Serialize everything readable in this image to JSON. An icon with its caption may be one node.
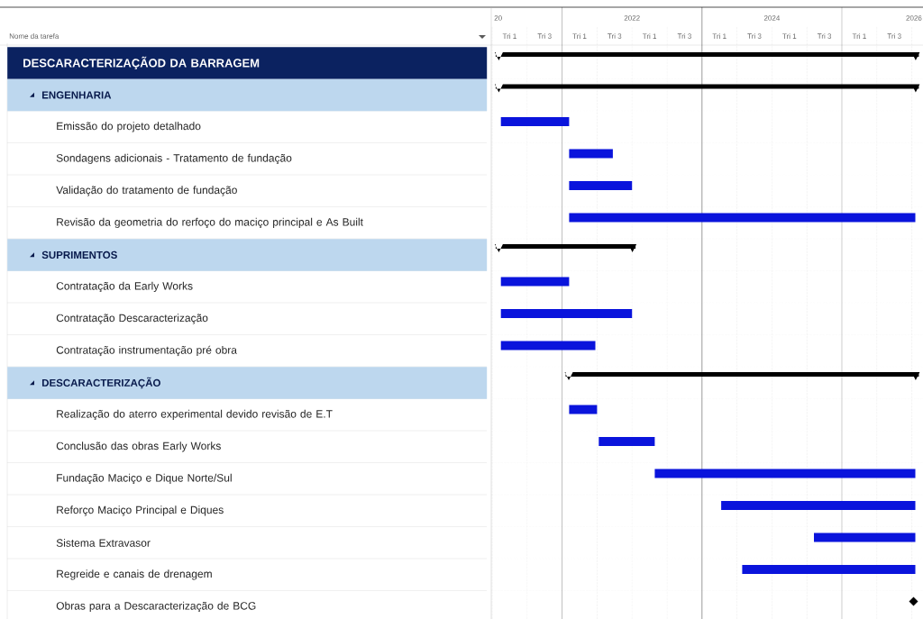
{
  "diagram": {
    "nodes": [
      {
        "text": [
          "DESCARACTERIZAÇÃOD DA BARRAGEM"
        ]
      },
      {
        "text": [
          "ENGENHARIA"
        ]
      },
      {
        "text": [
          "Emissão do projeto detalhado"
        ]
      },
      {
        "text": [
          "Sondagens adicionais - Tratamento de fundação"
        ]
      },
      {
        "text": [
          "Validação do tratamento de fundação"
        ]
      },
      {
        "text": [
          "Revisão da geometria do rerfoço do maciço principal e As Built"
        ]
      },
      {
        "text": [
          "SUPRIMENTOS"
        ]
      },
      {
        "text": [
          "Contratação da Early Works"
        ]
      },
      {
        "text": [
          "Contratação Descaracterização"
        ]
      },
      {
        "text": [
          "Contratação instrumentação pré obra"
        ]
      },
      {
        "text": [
          "DESCARACTERIZAÇÃO"
        ]
      },
      {
        "text": [
          "Realização do aterro experimental devido revisão de E.T"
        ]
      },
      {
        "text": [
          "Conclusão das obras Early Works"
        ]
      },
      {
        "text": [
          "Fundação Maciço e Dique Norte/Sul"
        ]
      },
      {
        "text": [
          "Reforço Maciço Principal e Diques"
        ]
      },
      {
        "text": [
          "Sistema Extravasor"
        ]
      },
      {
        "text": [
          "Regreide e canais de drenagem"
        ]
      },
      {
        "text": [
          "Obras para a Descaracterização de BCG"
        ]
      }
    ],
    "labels": [
      "Nome da tarefa",
      "20",
      "2022",
      "2024",
      "2026",
      "Tri 1",
      "Tri 3",
      "Tri 1",
      "Tri 3",
      "Tri 1",
      "Tri 3",
      "Tri 1",
      "Tri 3",
      "Tri 1",
      "Tri 3",
      "Tri 1",
      "Tri 3"
    ]
  }
}
